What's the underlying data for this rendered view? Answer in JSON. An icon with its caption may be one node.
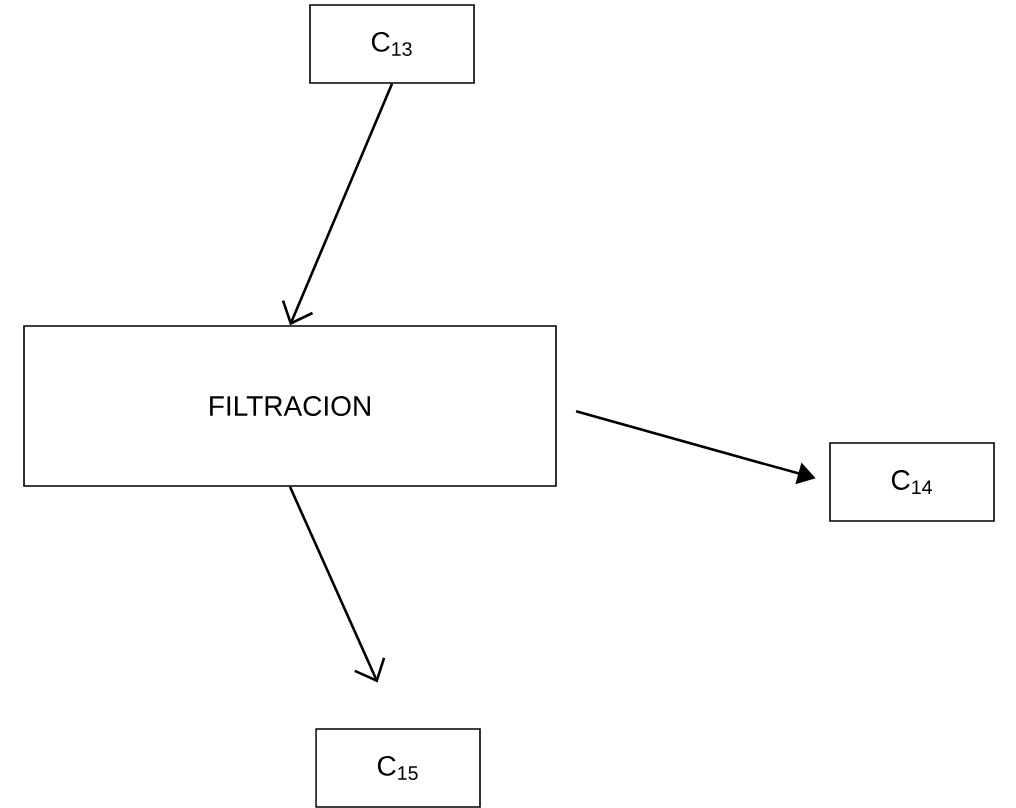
{
  "diagram": {
    "nodes": [
      {
        "text": [
          "C$_{13}$"
        ]
      },
      {
        "text": [
          "FILTRACION"
        ]
      },
      {
        "text": [
          "C$_{14}$"
        ]
      },
      {
        "text": [
          "C$_{15}$"
        ]
      }
    ],
    "edges": [
      {
        "from": 0,
        "to": 1,
        "arrow": "to"
      },
      {
        "from": 1,
        "to": 2,
        "arrow": "to"
      },
      {
        "from": 1,
        "to": 3,
        "arrow": "to"
      }
    ]
  }
}
